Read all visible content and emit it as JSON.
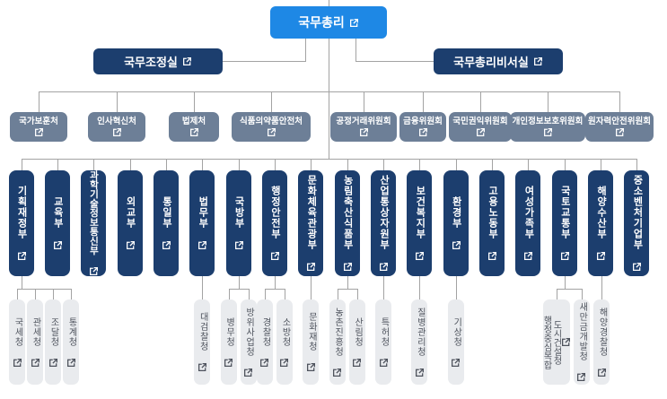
{
  "colors": {
    "primary-blue": "#1e88e5",
    "navy": "#1c3e6e",
    "slate": "#6d7f97",
    "agency-bg": "#e9ebee",
    "agency-text": "#4d525c",
    "line": "#a3a3a3"
  },
  "org": {
    "root": {
      "label": "국무총리"
    },
    "offices": [
      {
        "label": "국무조정실"
      },
      {
        "label": "국무총리비서실"
      }
    ],
    "commissions": [
      {
        "label": "국가보훈처"
      },
      {
        "label": "인사혁신처"
      },
      {
        "label": "법제처"
      },
      {
        "label": "식품의약품안전처"
      },
      {
        "label": "공정거래위원회"
      },
      {
        "label": "금융위원회"
      },
      {
        "label": "국민권익위원회"
      },
      {
        "label": "개인정보보호위원회"
      },
      {
        "label": "원자력안전위원회"
      }
    ],
    "ministries": [
      {
        "label": "기획재정부",
        "children": [
          "국세청",
          "관세청",
          "조달청",
          "통계청"
        ]
      },
      {
        "label": "교육부",
        "children": []
      },
      {
        "label": "과학기술정보통신부",
        "children": []
      },
      {
        "label": "외교부",
        "children": []
      },
      {
        "label": "통일부",
        "children": []
      },
      {
        "label": "법무부",
        "children": [
          "대검찰청"
        ]
      },
      {
        "label": "국방부",
        "children": [
          "병무청",
          "방위사업청"
        ]
      },
      {
        "label": "행정안전부",
        "children": [
          "경찰청",
          "소방청"
        ]
      },
      {
        "label": "문화체육관광부",
        "children": [
          "문화재청"
        ]
      },
      {
        "label": "농림축산식품부",
        "children": [
          "농촌진흥청",
          "산림청"
        ]
      },
      {
        "label": "산업통상자원부",
        "children": [
          "특허청"
        ]
      },
      {
        "label": "보건복지부",
        "children": [
          "질병관리청"
        ]
      },
      {
        "label": "환경부",
        "children": [
          "기상청"
        ]
      },
      {
        "label": "고용노동부",
        "children": []
      },
      {
        "label": "여성가족부",
        "children": []
      },
      {
        "label": "국토교통부",
        "children": [
          "행정중심복합도시건설청",
          "새만금개발청"
        ]
      },
      {
        "label": "해양수산부",
        "children": [
          "해양경찰청"
        ]
      },
      {
        "label": "중소벤처기업부",
        "children": []
      }
    ]
  }
}
